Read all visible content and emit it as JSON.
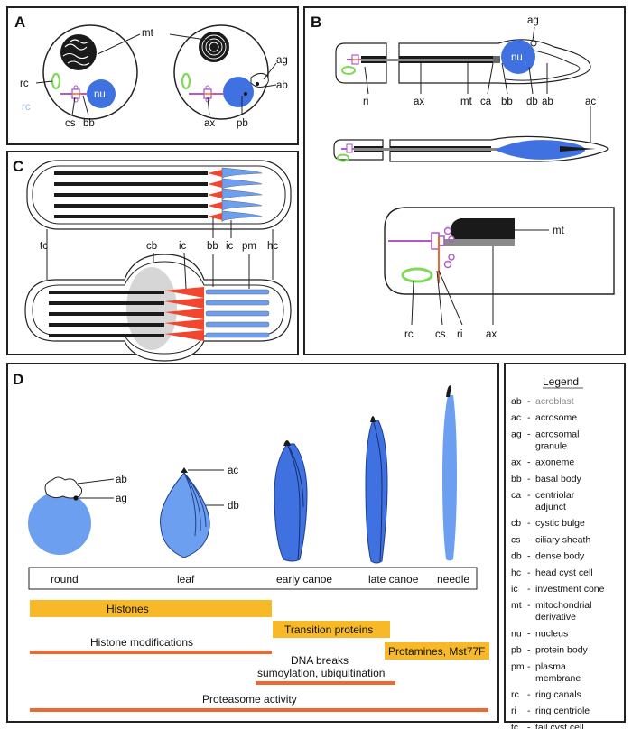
{
  "panels": {
    "a": "A",
    "b": "B",
    "c": "C",
    "d": "D"
  },
  "panel_a": {
    "labels": {
      "mt": "mt",
      "nu": "nu",
      "rc": "rc",
      "rc_faint": "rc",
      "cs": "cs",
      "bb": "bb",
      "ag": "ag",
      "ab": "ab",
      "ax": "ax",
      "pb": "pb"
    }
  },
  "panel_b": {
    "labels": {
      "ag": "ag",
      "nu": "nu",
      "ri": "ri",
      "ax": "ax",
      "mt": "mt",
      "ca": "ca",
      "bb": "bb",
      "db": "db",
      "ab": "ab",
      "ac": "ac",
      "mt2": "mt",
      "rc": "rc",
      "cs": "cs",
      "ri2": "ri",
      "ax2": "ax"
    }
  },
  "panel_c": {
    "labels": {
      "tc": "tc",
      "cb": "cb",
      "ic": "ic",
      "bb": "bb",
      "ic2": "ic",
      "pm": "pm",
      "hc": "hc"
    }
  },
  "panel_d": {
    "labels": {
      "ab": "ab",
      "ag": "ag",
      "ac": "ac",
      "db": "db"
    },
    "stages": [
      "round",
      "leaf",
      "early canoe",
      "late canoe",
      "needle"
    ],
    "bars": [
      {
        "label": "Histones",
        "kind": "yellow"
      },
      {
        "label": "Transition proteins",
        "kind": "yellow"
      },
      {
        "label": "Histone modifications",
        "kind": "orange"
      },
      {
        "label": "Protamines, Mst77F",
        "kind": "yellow"
      },
      {
        "label": "DNA breaks",
        "kind": "text"
      },
      {
        "label": "sumoylation, ubiquitination",
        "kind": "orange"
      },
      {
        "label": "Proteasome activity",
        "kind": "orange"
      }
    ],
    "colors": {
      "yellow": "#f7b928",
      "orange": "#ec6a31",
      "nucleus_light": "#6d9ff0",
      "nucleus_dark": "#3a6fd9"
    }
  },
  "legend": {
    "title": "Legend",
    "entries": [
      {
        "abbr": "ab",
        "lines": [
          "acroblast"
        ]
      },
      {
        "abbr": "ac",
        "lines": [
          "acrosome"
        ]
      },
      {
        "abbr": "ag",
        "lines": [
          "acrosomal",
          "granule"
        ]
      },
      {
        "abbr": "ax",
        "lines": [
          "axoneme"
        ]
      },
      {
        "abbr": "bb",
        "lines": [
          "basal body"
        ]
      },
      {
        "abbr": "ca",
        "lines": [
          "centriolar",
          "adjunct"
        ]
      },
      {
        "abbr": "cb",
        "lines": [
          "cystic bulge"
        ]
      },
      {
        "abbr": "cs",
        "lines": [
          "ciliary sheath"
        ]
      },
      {
        "abbr": "db",
        "lines": [
          "dense body"
        ]
      },
      {
        "abbr": "hc",
        "lines": [
          "head cyst cell"
        ]
      },
      {
        "abbr": "ic",
        "lines": [
          "investment cone"
        ]
      },
      {
        "abbr": "mt",
        "lines": [
          "mitochondrial",
          "derivative"
        ]
      },
      {
        "abbr": "nu",
        "lines": [
          "nucleus"
        ]
      },
      {
        "abbr": "pb",
        "lines": [
          "protein body"
        ]
      },
      {
        "abbr": "pm",
        "lines": [
          "plasma",
          "membrane"
        ]
      },
      {
        "abbr": "rc",
        "lines": [
          "ring canals"
        ]
      },
      {
        "abbr": "ri",
        "lines": [
          "ring centriole"
        ]
      },
      {
        "abbr": "tc",
        "lines": [
          "tail cyst cell"
        ]
      }
    ]
  }
}
